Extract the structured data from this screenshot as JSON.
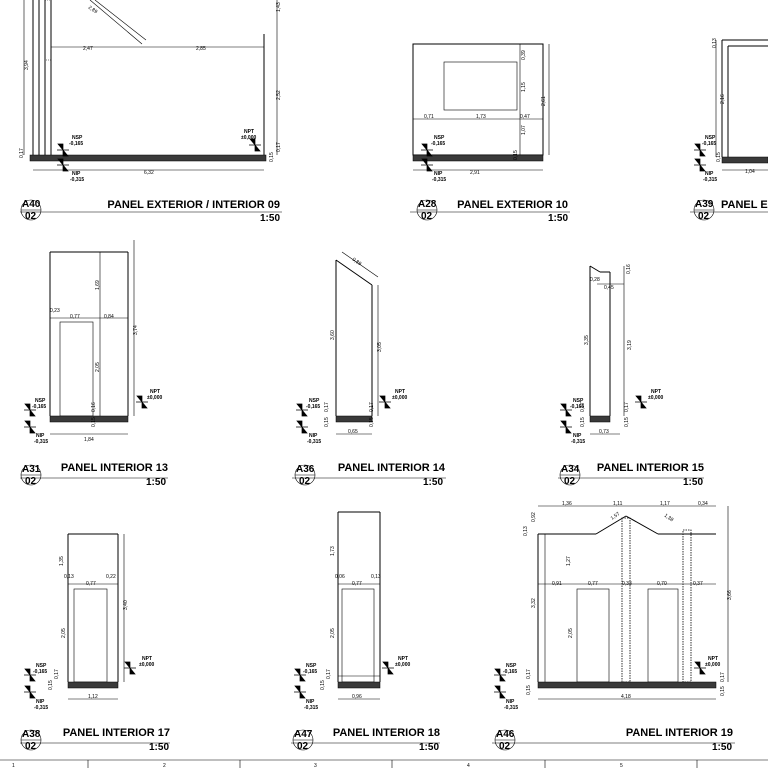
{
  "panels": [
    {
      "id": "p09",
      "code": "A40",
      "num": "02",
      "title": "PANEL EXTERIOR / INTERIOR 09",
      "scale": "1:50",
      "dims": [
        "2,89",
        "2,47",
        "2,85",
        "3,94",
        "1,43",
        "2,52",
        "0,17",
        "0,15",
        "0,17",
        "6,32"
      ],
      "levels": {
        "nsp_label": "NSP",
        "nsp_value": "-0,165",
        "npt_label": "NPT",
        "npt_value": "±0,000",
        "nip_label": "NIP",
        "nip_value": "-0,315"
      }
    },
    {
      "id": "p10",
      "code": "A28",
      "num": "02",
      "title": "PANEL EXTERIOR 10",
      "scale": "1:50",
      "dims": [
        "0,71",
        "1,73",
        "0,47",
        "0,39",
        "1,15",
        "1,07",
        "2,61",
        "0,15",
        "2,91"
      ],
      "levels": {
        "nsp_label": "NSP",
        "nsp_value": "-0,165",
        "nip_label": "NIP",
        "nip_value": "-0,315"
      }
    },
    {
      "id": "p12",
      "code": "A39",
      "num": "02",
      "title": "PANEL E",
      "dims": [
        "0,13",
        "2,16",
        "0,15",
        "1,04"
      ],
      "levels": {
        "nsp_label": "NSP",
        "nsp_value": "-0,165",
        "nip_label": "NIP",
        "nip_value": "-0,315"
      }
    },
    {
      "id": "p13",
      "code": "A31",
      "num": "02",
      "title": "PANEL INTERIOR 13",
      "scale": "1:50",
      "dims": [
        "0,23",
        "0,77",
        "0,84",
        "1,69",
        "2,05",
        "3,74",
        "0,16",
        "0,15",
        "1,84"
      ],
      "levels": {
        "nsp_label": "NSP",
        "nsp_value": "-0,165",
        "npt_label": "NPT",
        "npt_value": "±0,000",
        "nip_label": "NIP",
        "nip_value": "-0,315"
      }
    },
    {
      "id": "p14",
      "code": "A36",
      "num": "02",
      "title": "PANEL INTERIOR 14",
      "scale": "1:50",
      "dims": [
        "0,89",
        "3,60",
        "3,05",
        "0,17",
        "0,15",
        "0,17",
        "0,15",
        "0,65"
      ],
      "levels": {
        "nsp_label": "NSP",
        "nsp_value": "-0,165",
        "npt_label": "NPT",
        "npt_value": "±0,000",
        "nip_label": "NIP",
        "nip_value": "-0,315"
      }
    },
    {
      "id": "p15",
      "code": "A34",
      "num": "02",
      "title": "PANEL INTERIOR 15",
      "scale": "1:50",
      "dims": [
        "0,16",
        "0,28",
        "0,45",
        "3,35",
        "3,19",
        "0,17",
        "0,15",
        "0,17",
        "0,15",
        "0,73"
      ],
      "levels": {
        "nsp_label": "NSP",
        "nsp_value": "-0,165",
        "npt_label": "NPT",
        "npt_value": "±0,000",
        "nip_label": "NIP",
        "nip_value": "-0,315"
      }
    },
    {
      "id": "p17",
      "code": "A38",
      "num": "02",
      "title": "PANEL INTERIOR 17",
      "scale": "1:50",
      "dims": [
        "1,35",
        "0,13",
        "0,77",
        "0,22",
        "2,05",
        "3,40",
        "0,17",
        "0,15",
        "1,12"
      ],
      "levels": {
        "nsp_label": "NSP",
        "nsp_value": "-0,165",
        "npt_label": "NPT",
        "npt_value": "±0,000",
        "nip_label": "NIP",
        "nip_value": "-0,315"
      }
    },
    {
      "id": "p18",
      "code": "A47",
      "num": "02",
      "title": "PANEL INTERIOR 18",
      "scale": "1:50",
      "dims": [
        "1,73",
        "0,06",
        "0,77",
        "0,13",
        "2,05",
        "0,17",
        "0,15",
        "0,96"
      ],
      "levels": {
        "nsp_label": "NSP",
        "nsp_value": "-0,165",
        "npt_label": "NPT",
        "npt_value": "±0,000",
        "nip_label": "NIP",
        "nip_value": "-0,315"
      }
    },
    {
      "id": "p19",
      "code": "A46",
      "num": "02",
      "title": "PANEL INTERIOR 19",
      "scale": "1:50",
      "dims": [
        "1,36",
        "1,11",
        "1,17",
        "0,34",
        "1,57",
        "1,38",
        "0,13",
        "0,92",
        "1,27",
        "0,91",
        "0,77",
        "0,33",
        "0,70",
        "0,37",
        "2,05",
        "3,32",
        "3,66",
        "0,17",
        "0,15",
        "0,17",
        "0,15",
        "4,18"
      ],
      "levels": {
        "nsp_label": "NSP",
        "nsp_value": "-0,165",
        "npt_label": "NPT",
        "npt_value": "±0,000",
        "nip_label": "NIP",
        "nip_value": "-0,315"
      }
    }
  ],
  "grid_marks": [
    "1",
    "2",
    "3",
    "4",
    "5"
  ]
}
